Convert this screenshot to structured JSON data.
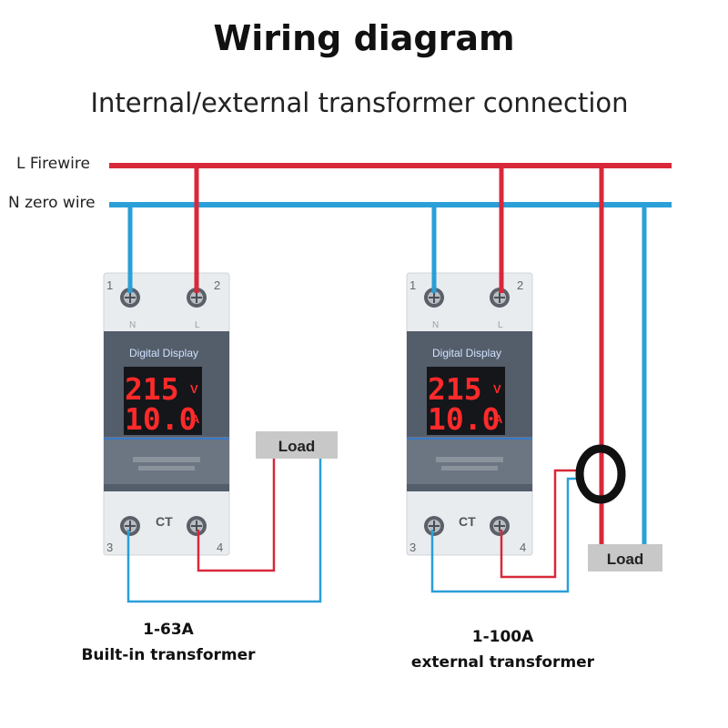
{
  "title": "Wiring diagram",
  "subtitle": "Internal/external transformer connection",
  "wires": {
    "live_label": "L Firewire",
    "neutral_label": "N zero wire",
    "live_color": "#d8283a",
    "neutral_color": "#2a9fd8"
  },
  "meters": [
    {
      "panel_label": "Digital Display",
      "voltage": "215",
      "voltage_unit": "V",
      "current": "10.0",
      "current_unit": "A",
      "ct_label": "CT",
      "terminals": [
        "1",
        "2",
        "3",
        "4"
      ],
      "top_marks": [
        "N",
        "L"
      ],
      "load_label": "Load",
      "caption_line1": "1-63A",
      "caption_line2": "Built-in transformer"
    },
    {
      "panel_label": "Digital Display",
      "voltage": "215",
      "voltage_unit": "V",
      "current": "10.0",
      "current_unit": "A",
      "ct_label": "CT",
      "terminals": [
        "1",
        "2",
        "3",
        "4"
      ],
      "top_marks": [
        "N",
        "L"
      ],
      "load_label": "Load",
      "caption_line1": "1-100A",
      "caption_line2": "external transformer"
    }
  ]
}
